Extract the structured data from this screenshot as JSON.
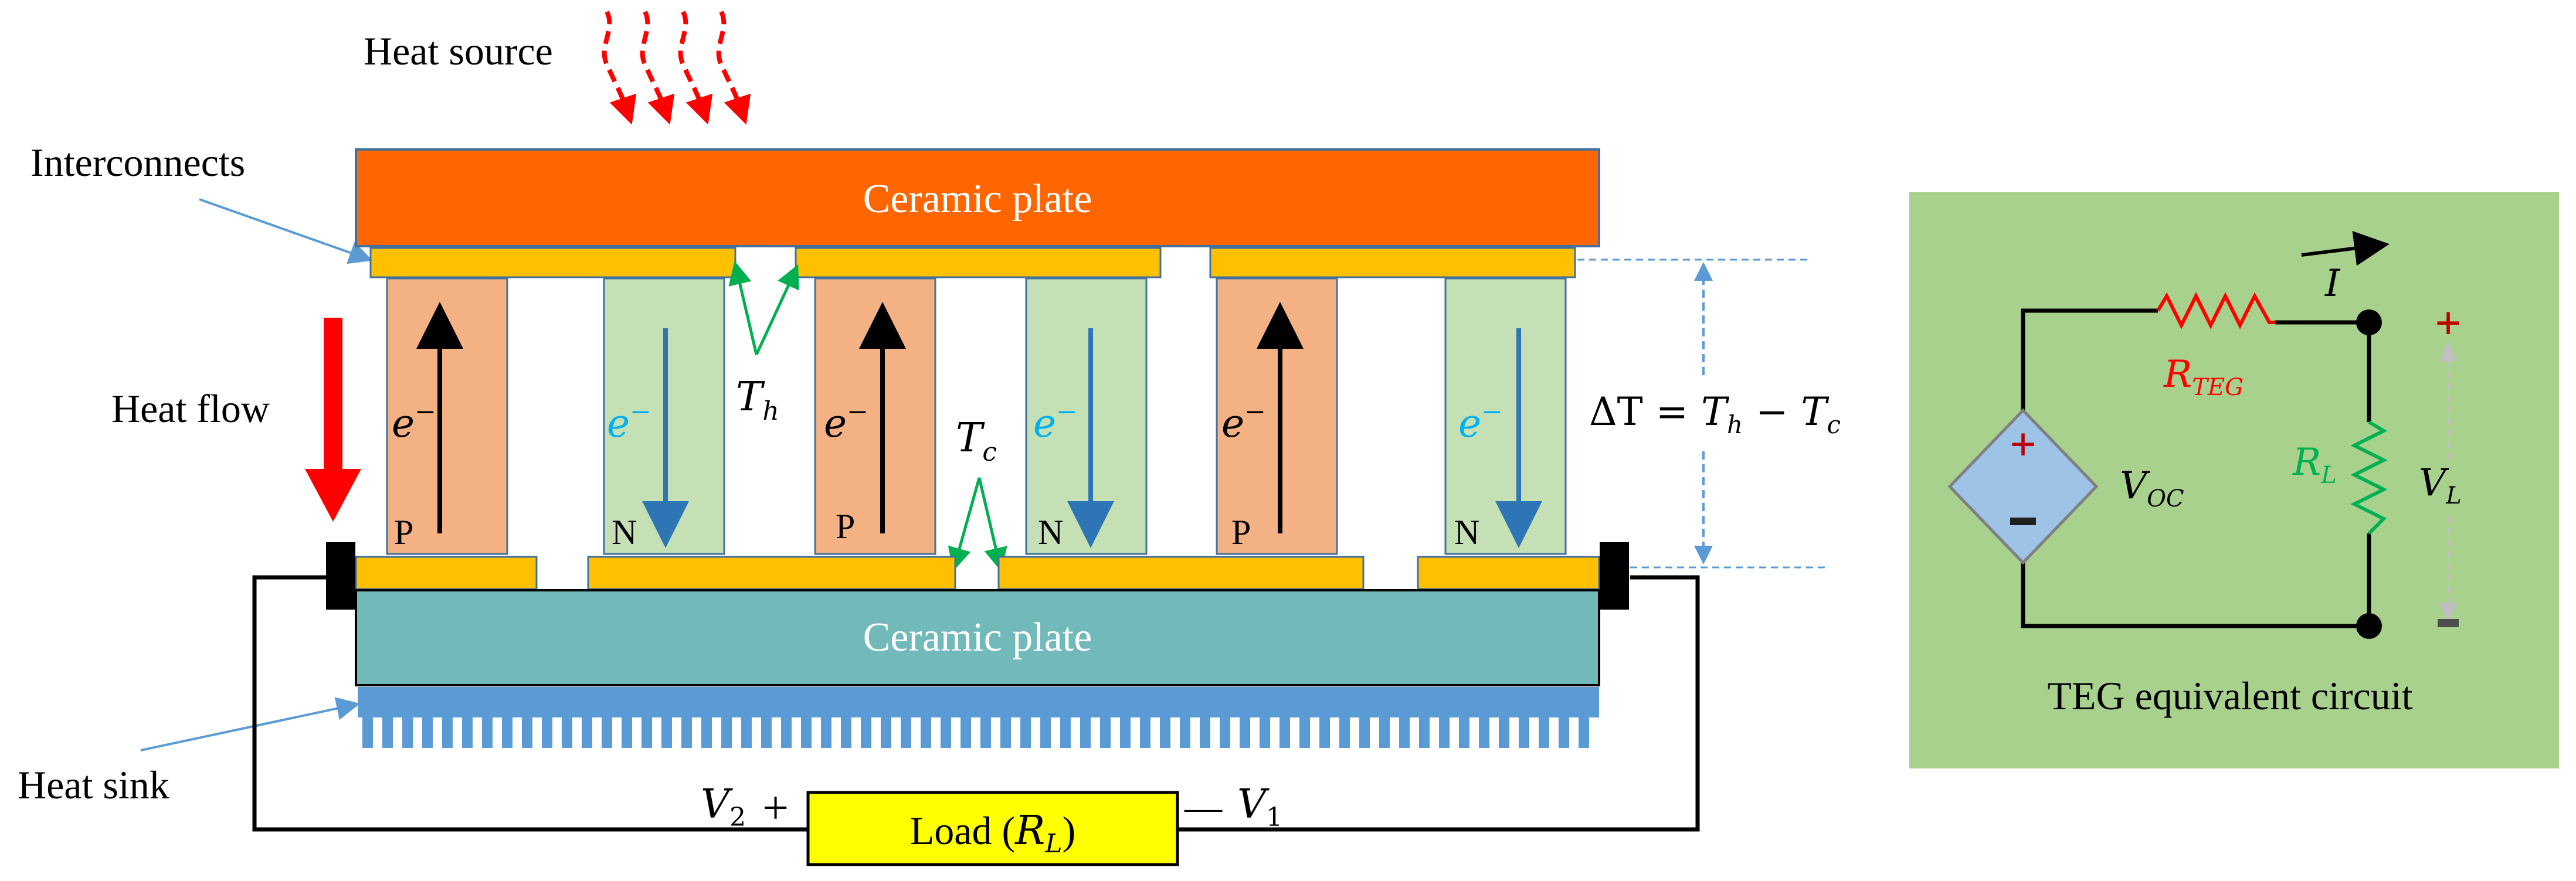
{
  "labels": {
    "heat_source": "Heat source",
    "interconnects": "Interconnects",
    "heat_flow": "Heat flow",
    "heat_sink": "Heat sink",
    "ceramic_top": "Ceramic plate",
    "ceramic_bottom": "Ceramic plate",
    "p": "P",
    "n": "N",
    "electron": "e",
    "electron_sup": "−",
    "th": "T",
    "th_sub": "h",
    "tc": "T",
    "tc_sub": "c",
    "delta_t": {
      "delta": "ΔT",
      "eq": "=",
      "t1": "T",
      "t1_sub": "h",
      "minus": "−",
      "t2": "T",
      "t2_sub": "c"
    },
    "load": {
      "text": "Load (",
      "r": "R",
      "r_sub": "L",
      "close": ")"
    },
    "v2": {
      "v": "V",
      "sub": "2",
      "sign": "+"
    },
    "v1": {
      "v": "V",
      "sub": "1",
      "sign": "—"
    }
  },
  "circuit": {
    "caption": "TEG equivalent circuit",
    "current": "I",
    "r_teg": {
      "r": "R",
      "sub": "TEG"
    },
    "r_l": {
      "r": "R",
      "sub": "L"
    },
    "v_oc": {
      "v": "V",
      "sub": "OC"
    },
    "v_l": {
      "v": "V",
      "sub": "L"
    },
    "plus": "+",
    "minus": "−"
  },
  "colors": {
    "ceramic_top": "#FF6600",
    "ceramic_bottom": "#72BABA",
    "interconnect": "#FFC000",
    "p_leg": "#F4B183",
    "n_leg": "#C5E0B4",
    "heat_sink": "#5B9BD5",
    "load_box": "#FFFF00",
    "circuit_panel": "#A9D18E",
    "source_diamond": "#9DC3E6",
    "heat_arrow": "#FF0000",
    "temp_pointer": "#00B050",
    "electron_n": "#00B0F0",
    "n_arrow": "#2E75B6",
    "r_teg": "#FF0000",
    "r_l": "#00B050",
    "dim_line": "#5B9BD5"
  }
}
